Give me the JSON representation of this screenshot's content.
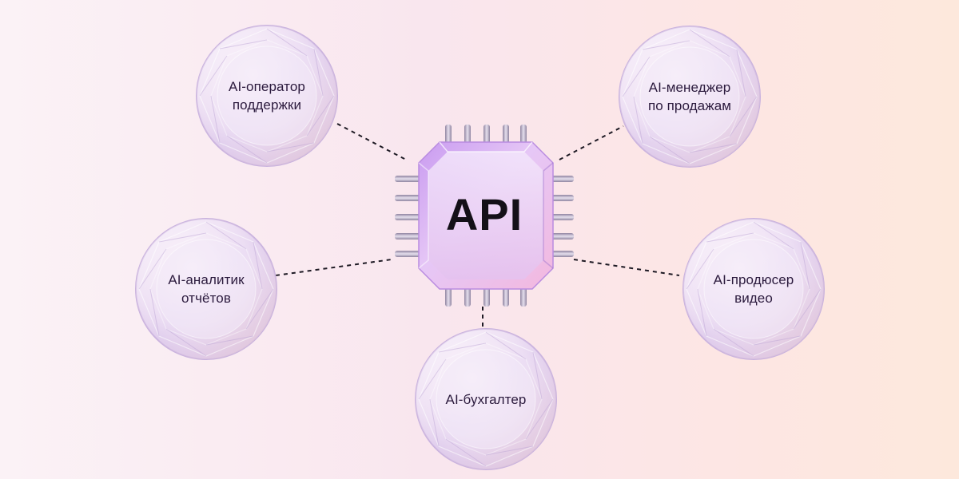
{
  "center": {
    "label": "API"
  },
  "nodes": {
    "support": {
      "label": "AI-оператор\nподдержки"
    },
    "sales": {
      "label": "AI-менеджер\nпо продажам"
    },
    "reports": {
      "label": "AI-аналитик\nотчётов"
    },
    "video": {
      "label": "AI-продюсер\nвидео"
    },
    "accounting": {
      "label": "AI-бухгалтер"
    }
  },
  "colors": {
    "gem_light": "#f6eefa",
    "gem_mid": "#e0cdee",
    "gem_dark": "#c8b0de",
    "chip_top": "#d5a6f2",
    "chip_bottom": "#f2b9de",
    "connector": "#1e1a24",
    "text": "#2b1a3d"
  }
}
